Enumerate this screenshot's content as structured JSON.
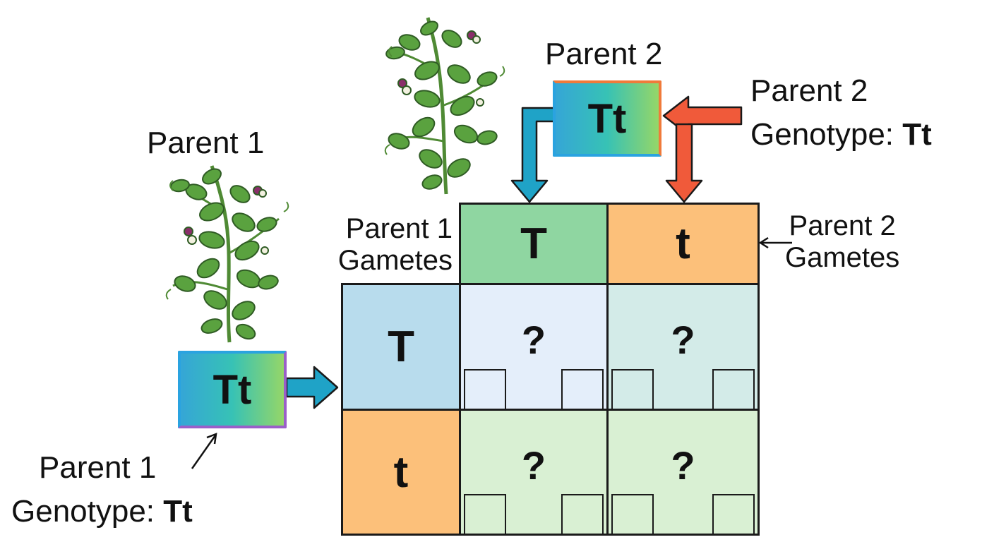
{
  "parent1": {
    "title": "Parent 1",
    "genotype_box": "Tt",
    "caption_line1": "Parent 1",
    "caption_prefix": "Genotype: ",
    "caption_genotype": "Tt"
  },
  "parent2": {
    "title": "Parent 2",
    "genotype_box": "Tt",
    "caption_line1": "Parent 2",
    "caption_prefix": "Genotype: ",
    "caption_genotype": "Tt"
  },
  "punnett": {
    "row_header_line1": "Parent 1",
    "row_header_line2": "Gametes",
    "col_header_line1": "Parent 2",
    "col_header_line2": "Gametes",
    "col_gametes": [
      "T",
      "t"
    ],
    "row_gametes": [
      "T",
      "t"
    ],
    "cells": [
      "?",
      "?",
      "?",
      "?"
    ]
  },
  "colors": {
    "gamete_T_col": "#8fd6a1",
    "gamete_t": "#fcc07a",
    "gamete_T_row": "#b8dced",
    "cell_TT": "#e4eefa",
    "cell_Tt_top": "#d3ebe8",
    "cell_bottom": "#d9f0d3",
    "arrow_blue": "#1fa3c7",
    "arrow_orange": "#f05a3a"
  }
}
